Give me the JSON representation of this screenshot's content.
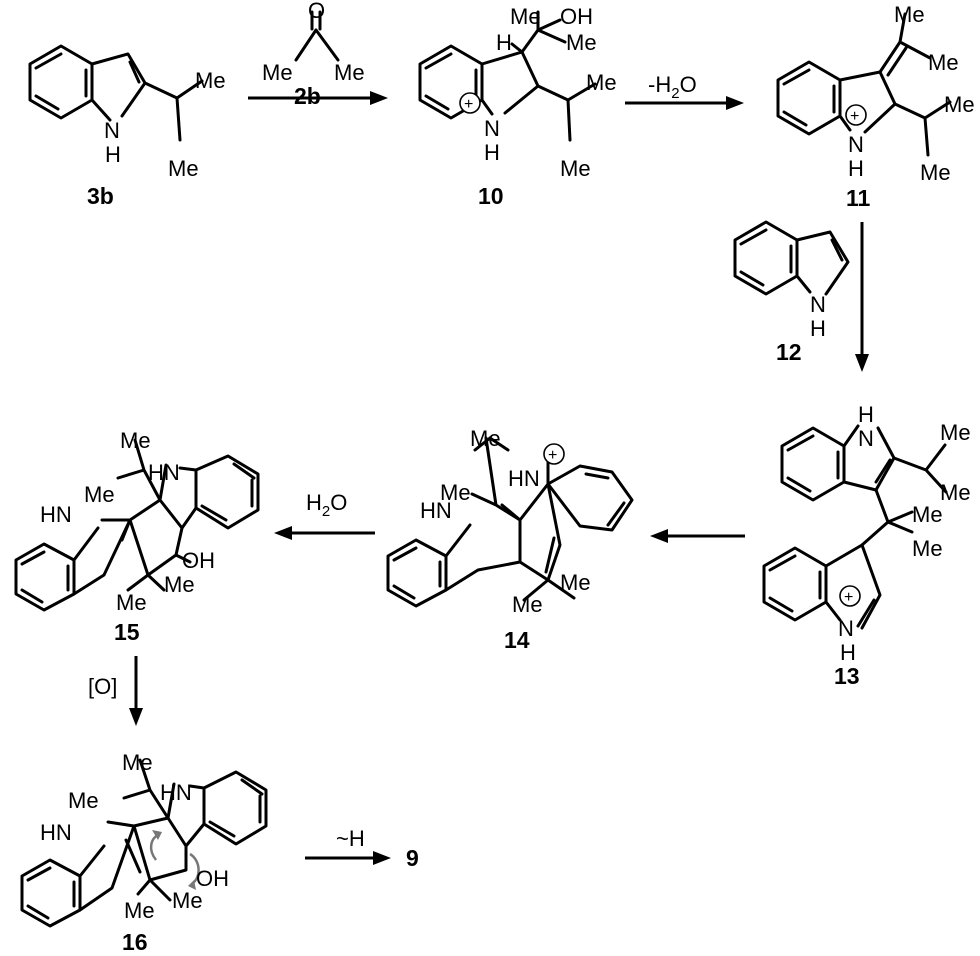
{
  "compounds": {
    "c3b": "3b",
    "c2b": "2b",
    "c10": "10",
    "c11": "11",
    "c12": "12",
    "c13": "13",
    "c14": "14",
    "c15": "15",
    "c16": "16",
    "c9": "9"
  },
  "atoms": {
    "me": "Me",
    "oh": "OH",
    "h": "H",
    "n": "N",
    "nh": "NH",
    "hn": "HN"
  },
  "charge": "+",
  "conditions": {
    "dehydration_prefix": "-H",
    "dehydration_sub": "2",
    "dehydration_suffix": "O",
    "water_prefix": "H",
    "water_sub": "2",
    "water_suffix": "O",
    "oxidation": "[O]",
    "hydride_shift": "~H"
  },
  "colors": {
    "ink": "#000000",
    "curly_arrow": "#777777"
  }
}
